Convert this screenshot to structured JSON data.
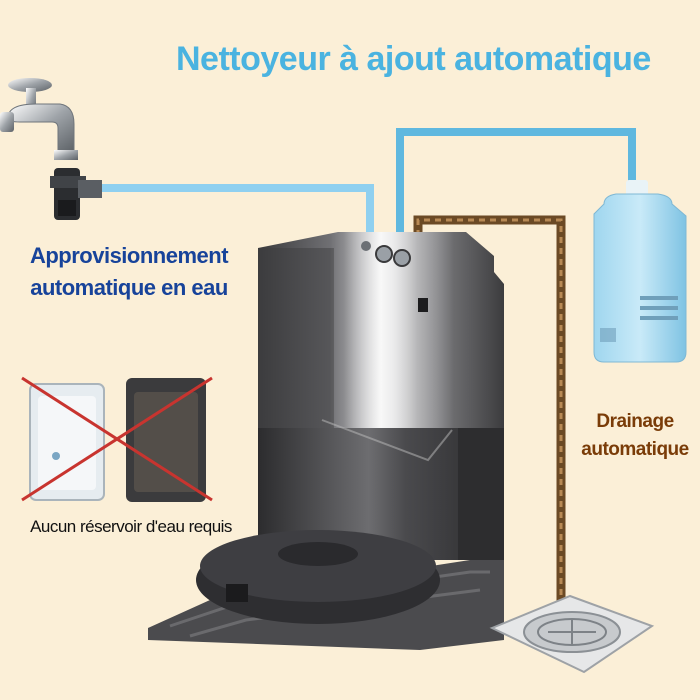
{
  "title": "Nettoyeur à ajout automatique",
  "water_supply": {
    "line1": "Approvisionnement",
    "line2": "automatique en eau"
  },
  "drainage": {
    "line1": "Drainage",
    "line2": "automatique"
  },
  "no_tank": "Aucun réservoir d'eau requis",
  "colors": {
    "background": "#fbefd7",
    "title": "#4ab3e0",
    "water_label": "#17439a",
    "drain_label": "#7a3c08",
    "clean_pipe": "#5fb8df",
    "drain_pipe": "#6b4a25",
    "cross": "#c8342f"
  },
  "icons": [
    "faucet-icon",
    "detergent-bottle-icon",
    "floor-drain-icon",
    "water-tank-icon",
    "cross-icon"
  ]
}
